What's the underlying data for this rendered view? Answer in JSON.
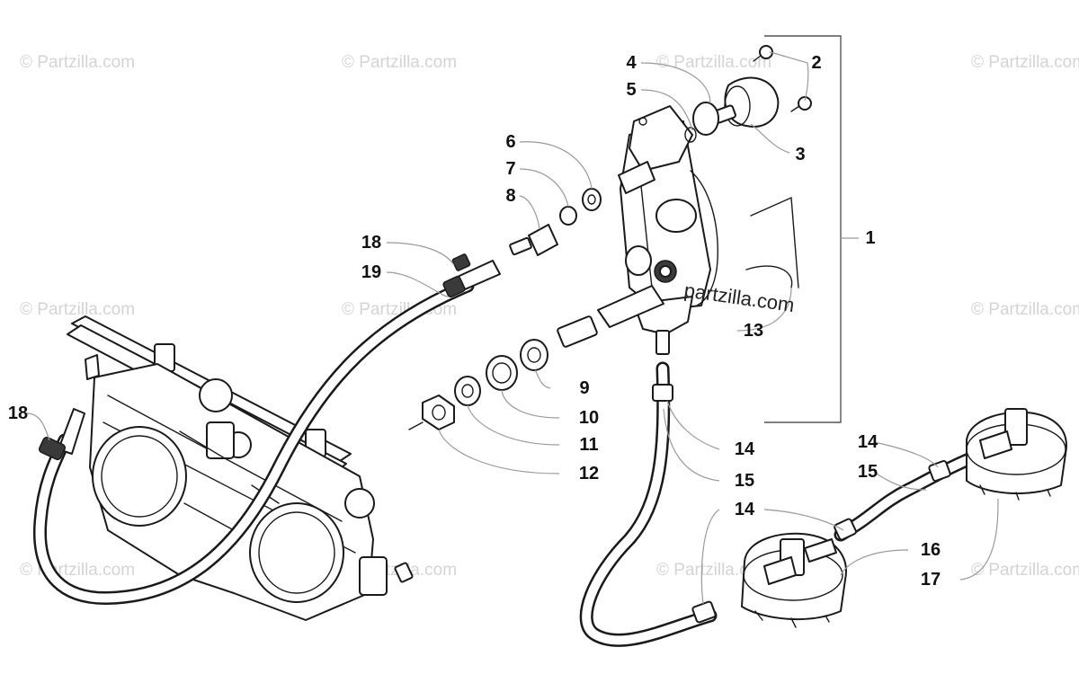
{
  "watermark": {
    "text": "© Partzilla.com",
    "overlay_text": "partzilla.com"
  },
  "callouts": {
    "c1": "1",
    "c2": "2",
    "c3": "3",
    "c4": "4",
    "c5": "5",
    "c6": "6",
    "c7": "7",
    "c8": "8",
    "c9": "9",
    "c10": "10",
    "c11": "11",
    "c12": "12",
    "c13": "13",
    "c14a": "14",
    "c14b": "14",
    "c14c": "14",
    "c15a": "15",
    "c15b": "15",
    "c16": "16",
    "c17": "17",
    "c18a": "18",
    "c18b": "18",
    "c19": "19"
  },
  "colors": {
    "line": "#1a1a1a",
    "leader": "#9a9a9a",
    "watermark": "#d4d4d4",
    "background": "#ffffff"
  }
}
